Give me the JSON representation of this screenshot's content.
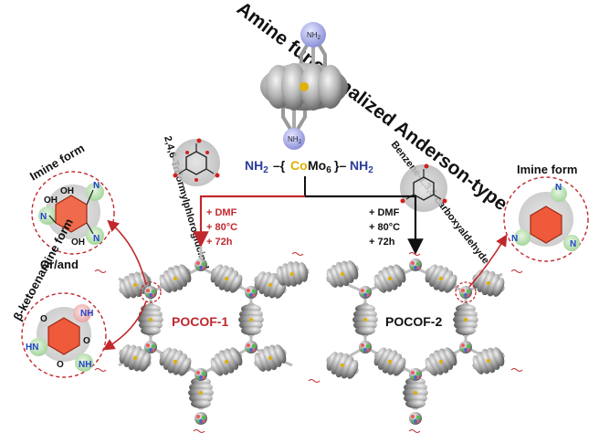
{
  "title": "Amine functionalized Anderson-type POM",
  "reagent_left": "2,4,6-Triformylphloroglucinol",
  "reagent_right": "Benzene-1,3,5-carboxyaldehyde",
  "linker": {
    "left_amine": "NH",
    "left_sub": "2",
    "co": "Co",
    "mo": "Mo",
    "mo_sub": "6",
    "right_amine": "NH",
    "right_sub": "2",
    "top_amine": "NH",
    "top_sub": "2",
    "bottom_amine": "NH",
    "bottom_sub": "2"
  },
  "conditions_left": [
    "+ DMF",
    "+ 80°C",
    "+ 72h"
  ],
  "conditions_right": [
    "+ DMF",
    "+ 80°C",
    "+ 72h"
  ],
  "product_left": "POCOF-1",
  "product_right": "POCOF-2",
  "imine_left_label": "Imine form",
  "imine_right_label": "Imine form",
  "or_and": "Or/and",
  "ketoenamine_label": "β-ketoenamine form",
  "atoms": {
    "oh": "OH",
    "n": "N",
    "nh": "NH",
    "hn": "HN",
    "o": "O"
  },
  "colors": {
    "red": "#c0282d",
    "black": "#111111",
    "nitrogen": "#2244cc",
    "oxygen": "#d22020",
    "cobalt": "#e0b000",
    "sphere": "#9a9a9a"
  }
}
